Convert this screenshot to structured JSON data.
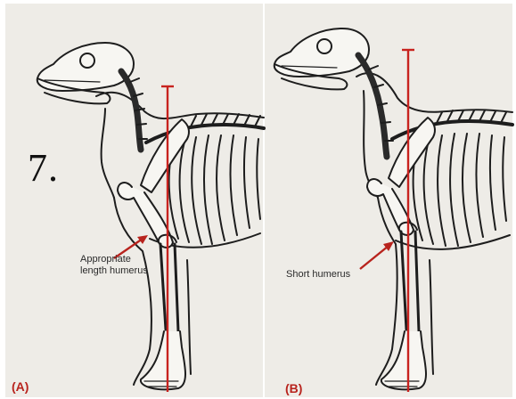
{
  "figure_number": "7.",
  "panel_a": {
    "label": "(A)",
    "annotation_line1": "Appropriate",
    "annotation_line2": "length humerus"
  },
  "panel_b": {
    "label": "(B)",
    "annotation": "Short humerus"
  },
  "colors": {
    "paper": "#eeece7",
    "ink": "#1d1d1d",
    "guide_line": "#c8231f",
    "label_red": "#b8231d"
  }
}
